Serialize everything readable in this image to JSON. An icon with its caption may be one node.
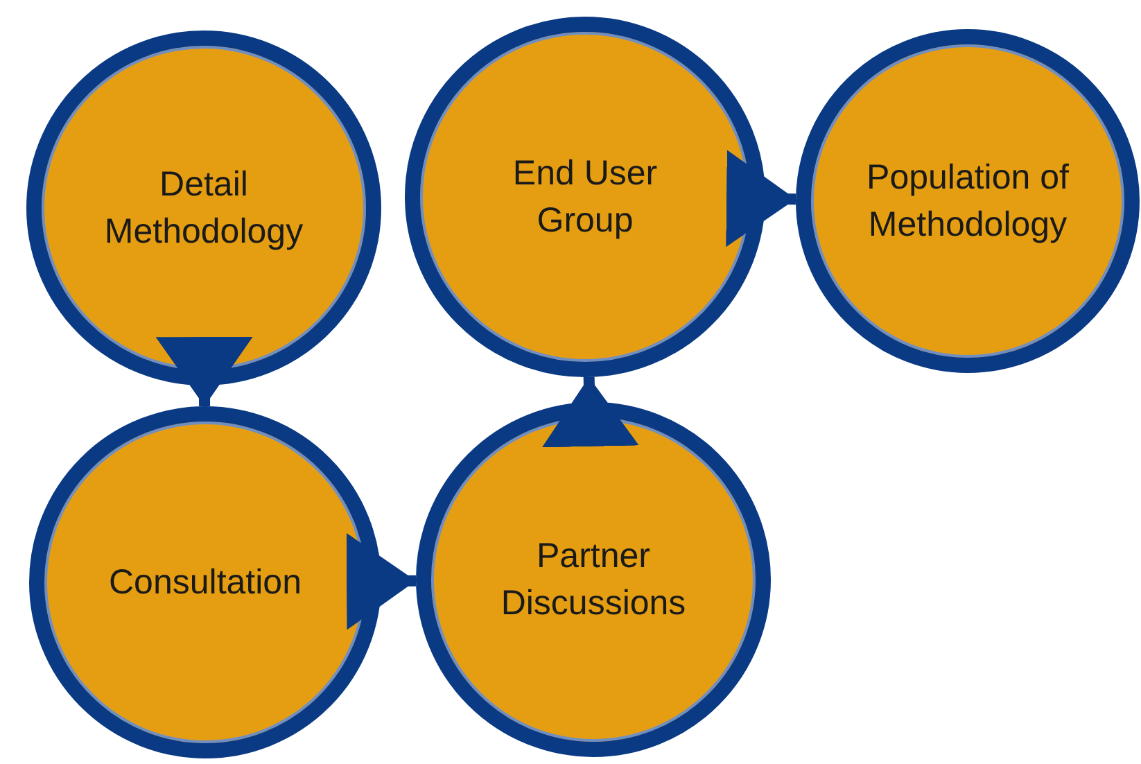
{
  "diagram": {
    "nodes": [
      {
        "text": [
          "Detail Methodology"
        ]
      },
      {
        "text": [
          "Consultation"
        ]
      },
      {
        "text": [
          "Partner Discussions"
        ]
      },
      {
        "text": [
          "End User Group"
        ]
      },
      {
        "text": [
          "Population of Methodology"
        ]
      }
    ],
    "edges": [
      {
        "from": 0,
        "to": 1,
        "arrow": "to"
      },
      {
        "from": 1,
        "to": 2,
        "arrow": "to"
      },
      {
        "from": 2,
        "to": 3,
        "arrow": "to"
      },
      {
        "from": 3,
        "to": 4,
        "arrow": "to"
      }
    ]
  }
}
